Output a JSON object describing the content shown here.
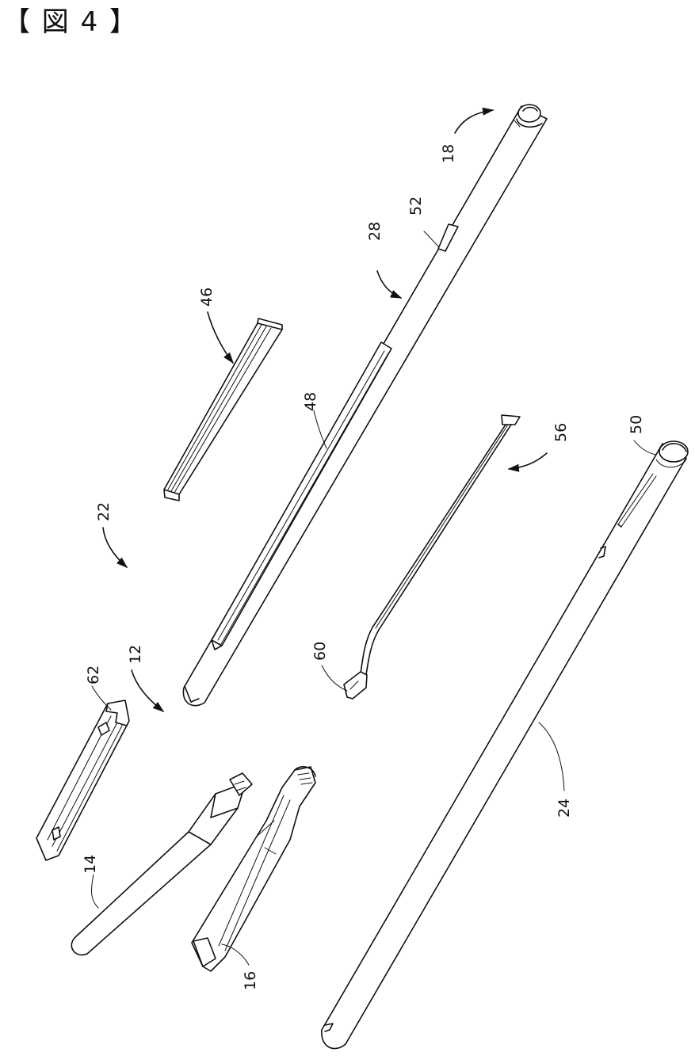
{
  "figure": {
    "title": "【 図 4 】"
  },
  "labels": {
    "12": "12",
    "14": "14",
    "16": "16",
    "18": "18",
    "22": "22",
    "24": "24",
    "28": "28",
    "46": "46",
    "48": "48",
    "50": "50",
    "52": "52",
    "56": "56",
    "60": "60",
    "62": "62"
  }
}
